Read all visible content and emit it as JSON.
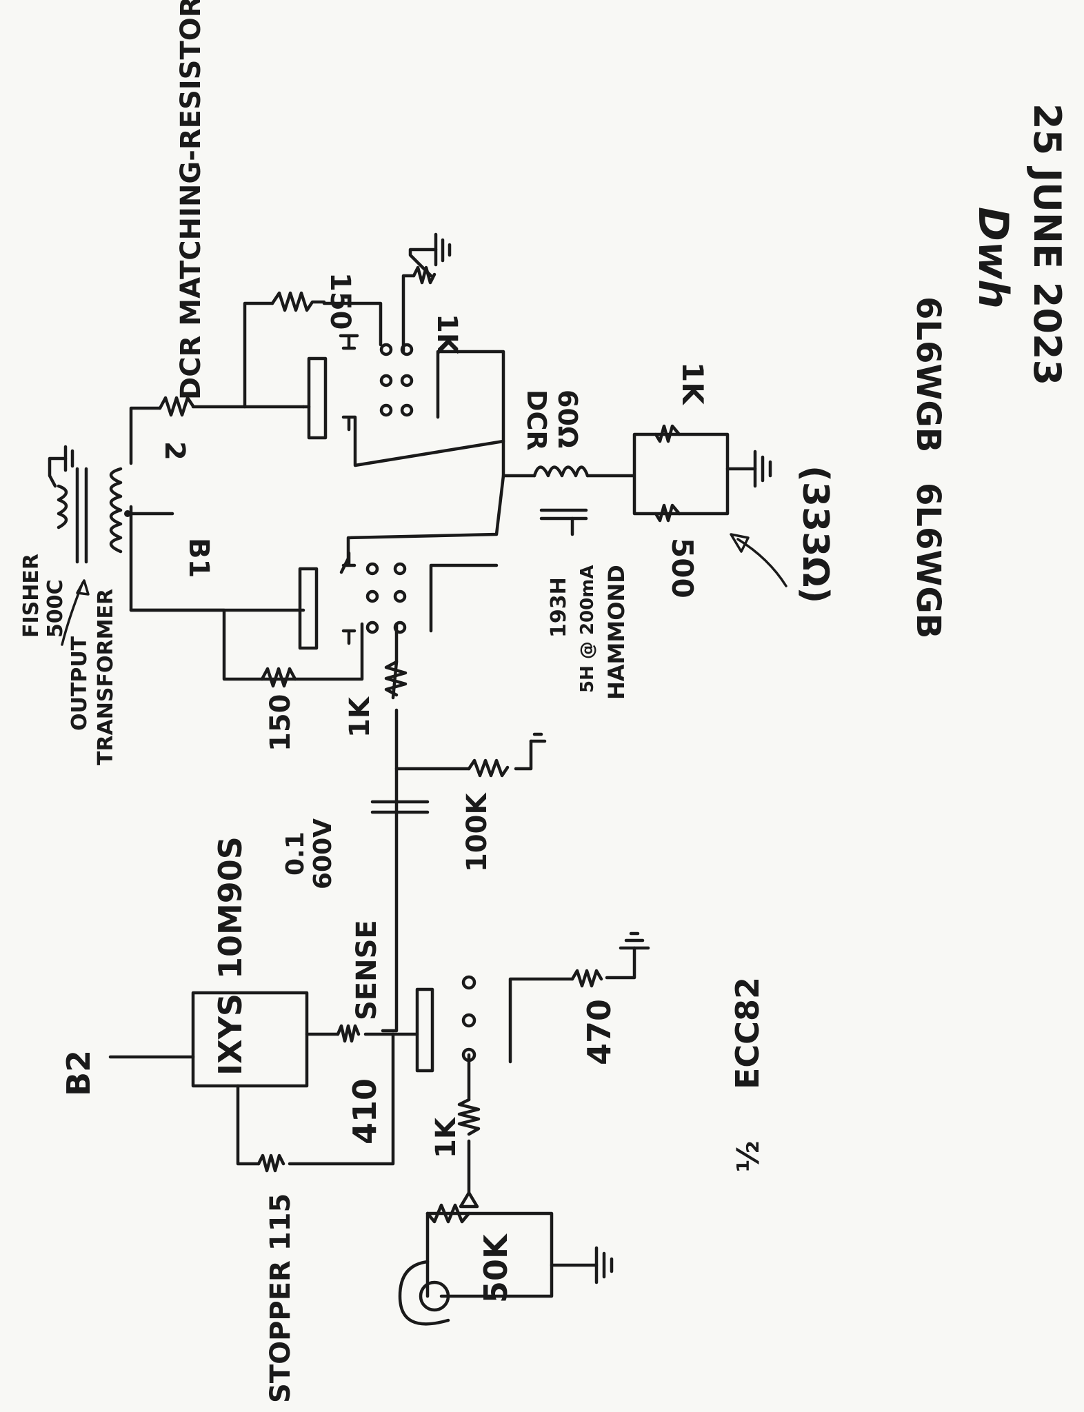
{
  "drawing": {
    "ink_color": "#1a1a1a",
    "paper_color": "#f8f8f5"
  },
  "labels": {
    "dcr_matching_resistor": "DCR MATCHING-RESISTOR",
    "r150_top": "150",
    "r1k_top": "1K",
    "r2": "2",
    "b1": "B1",
    "dcr_choke": "DCR",
    "ohm60": "60Ω",
    "r1k_right": "1K",
    "r500": "500",
    "ohm333": "(333Ω)",
    "tube_left": "6L6WGB",
    "tube_right": "6L6WGB",
    "signature": "Dwh",
    "date": "25 JUNE 2023",
    "fisher_line1": "FISHER",
    "fisher_line2": "500C",
    "fisher_line3": "OUTPUT",
    "fisher_line4": "TRANSFORMER",
    "r150_bottom": "150",
    "r1k_grid": "1K",
    "choke_line1": "193H",
    "choke_line2": "5H @ 200mA",
    "choke_line3": "HAMMOND",
    "r100k": "100K",
    "cap_value1": "0.1",
    "cap_value2": "600V",
    "ixys": "IXYS",
    "ixys_part": "10M90S",
    "sense": "SENSE",
    "r410": "410",
    "r470": "470",
    "ecc82": "ECC82",
    "half": "½",
    "b2": "B2",
    "r1k_input": "1K",
    "stopper": "STOPPER 115",
    "pot50k": "50K"
  }
}
